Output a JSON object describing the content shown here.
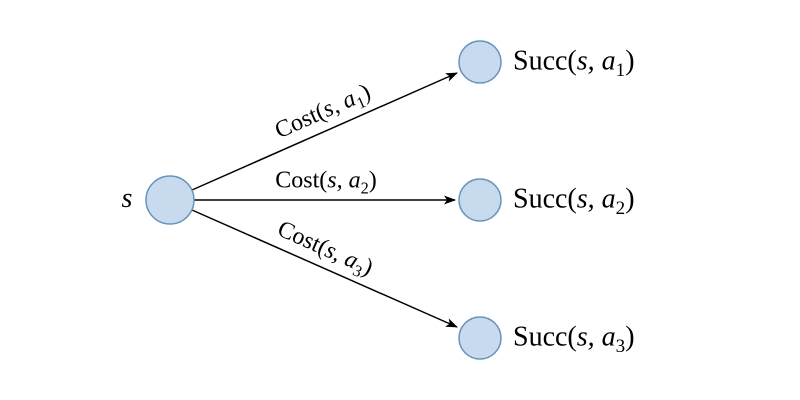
{
  "colors": {
    "node_fill": "#c7daee",
    "node_stroke": "#6593bd",
    "arrow": "#000000"
  },
  "source": {
    "label": "s"
  },
  "edges": [
    {
      "pre": "Cost(",
      "var": "s, a",
      "sub": "1",
      "post": ")"
    },
    {
      "pre": "Cost(",
      "var": "s, a",
      "sub": "2",
      "post": ")"
    },
    {
      "pre": "Cost(",
      "var": "s, a",
      "sub": "3",
      "post": ")"
    }
  ],
  "successors": [
    {
      "pre": "Succ(",
      "var": "s, a",
      "sub": "1",
      "post": ")"
    },
    {
      "pre": "Succ(",
      "var": "s, a",
      "sub": "2",
      "post": ")"
    },
    {
      "pre": "Succ(",
      "var": "s, a",
      "sub": "3",
      "post": ")"
    }
  ]
}
